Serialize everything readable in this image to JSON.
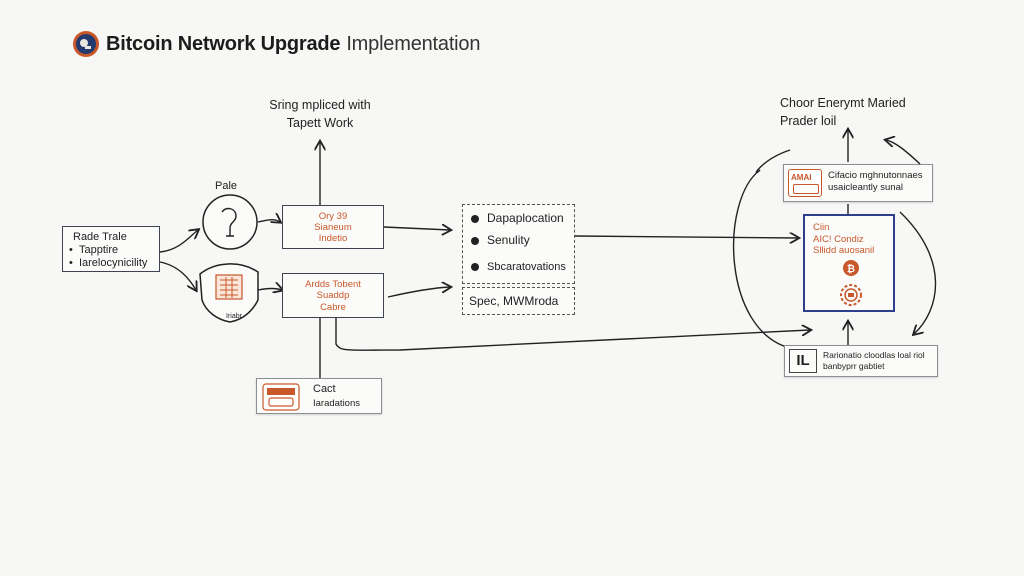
{
  "title": {
    "bold": "Bitcoin Network Upgrade",
    "light": "Implementation"
  },
  "colors": {
    "accent": "#c8582a",
    "outline": "#3d4350",
    "blue": "#2d3e8c"
  },
  "top_note": {
    "line1": "Sring mpliced with",
    "line2": "Tapett Work"
  },
  "pale_label": "Pale",
  "left_box": {
    "title": "Rade Trale",
    "items": [
      "Tapptire",
      "Iarelocynicility"
    ]
  },
  "shield_label": "Iriabr",
  "mid_top_box": {
    "line1": "Ory 39",
    "line2": "Sianeum",
    "line3": "Indetio"
  },
  "mid_bottom_box": {
    "line1": "Ardds Tobent",
    "line2": "Suaddp",
    "line3": "Cabre"
  },
  "bottom_left": {
    "line1": "Cact",
    "line2": "Iaradations"
  },
  "dashed_list": {
    "items": [
      "Dapaplocation",
      "Senulity",
      "Sbcaratovations"
    ]
  },
  "dashed_small": "Spec, MWMroda",
  "right_top_note": {
    "line1": "Choor Enerymt Maried",
    "line2": "Prader loil"
  },
  "right_top_box": {
    "badge": "AMAI",
    "line1": "Cifacio mghnutonnaes",
    "line2": "usaicleantly sunal"
  },
  "right_blue_box": {
    "title": "Ciin",
    "line1": "AIC! Condiz",
    "line2": "Sllidd auosanil"
  },
  "right_bottom_box": {
    "glyph": "IL",
    "line1": "Rarionatio cloodlas loal riol",
    "line2": "banbyprr gabtiet"
  }
}
